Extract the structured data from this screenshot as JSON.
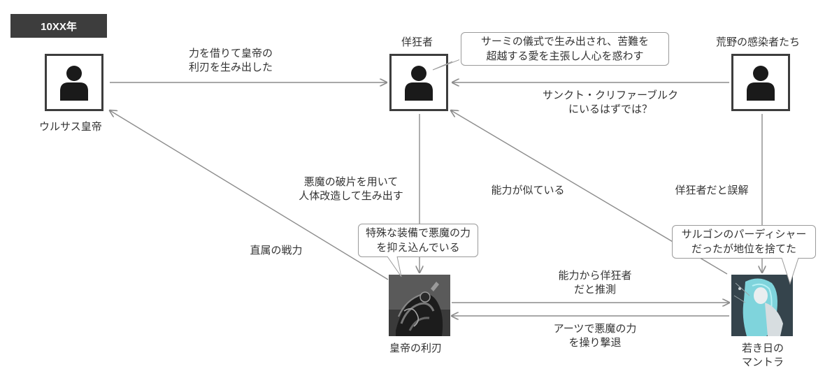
{
  "era": "10XX年",
  "nodes": {
    "emperor": "ウルサス皇帝",
    "madman": "佯狂者",
    "wilds": "荒野の感染者たち",
    "blade": "皇帝の利刃",
    "mantra_l1": "若き日の",
    "mantra_l2": "マントラ"
  },
  "callouts": {
    "madman_l1": "サーミの儀式で生み出され、苦難を",
    "madman_l2": "超越する愛を主張し人心を惑わす",
    "blade_l1": "特殊な装備で悪魔の力",
    "blade_l2": "を抑え込んでいる",
    "mantra_l1": "サルゴンのパーディシャー",
    "mantra_l2": "だったが地位を捨てた"
  },
  "edges": {
    "emperor_madman_l1": "力を借りて皇帝の",
    "emperor_madman_l2": "利刃を生み出した",
    "wilds_madman_l1": "サンクト・クリファーブルク",
    "wilds_madman_l2": "にいるはずでは？",
    "madman_blade_l1": "悪魔の破片を用いて",
    "madman_blade_l2": "人体改造して生み出す",
    "mantra_madman": "能力が似ている",
    "wilds_mantra": "佯狂者だと誤解",
    "blade_emperor": "直属の戦力",
    "blade_mantra_l1": "能力から佯狂者",
    "blade_mantra_l2": "だと推測",
    "mantra_blade_l1": "アーツで悪魔の力",
    "mantra_blade_l2": "を操り撃退"
  },
  "colors": {
    "line": "#8c8c8c",
    "box": "#3d3d3d",
    "badge": "#3d3d3d",
    "icon": "#1a1a1a"
  },
  "icons": {
    "person": "person-icon",
    "blade_photo": "mechanical-warrior-image",
    "mantra_photo": "cyan-haired-figure-image"
  }
}
